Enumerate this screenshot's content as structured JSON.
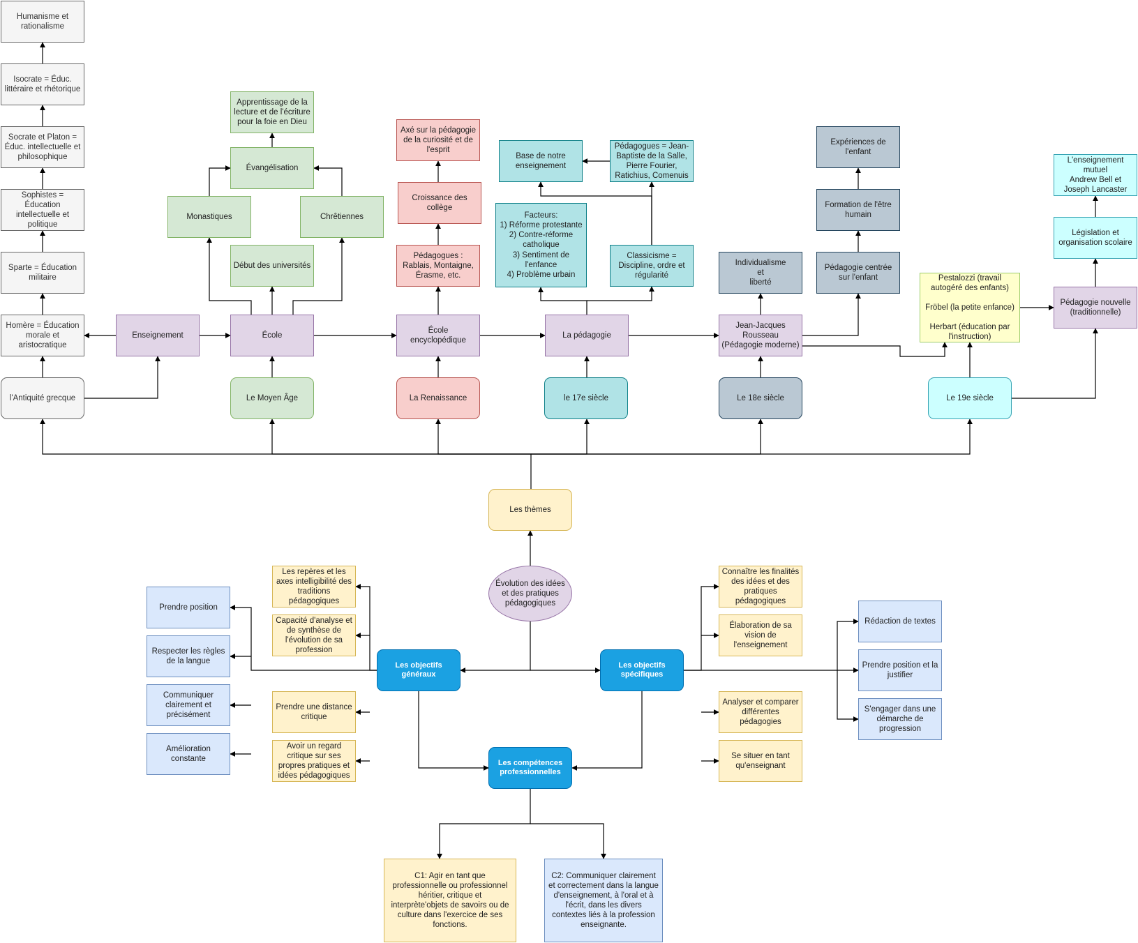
{
  "nodes": {
    "humanisme": "Humanisme et\nrationalisme",
    "isocrate": "Isocrate = Éduc.\nlittéraire et rhétorique",
    "socrate": "Socrate et Platon =\nÉduc. intellectuelle et\nphilosophique",
    "sophistes": "Sophistes =\nÉducation\nintellectuelle et\npolitique",
    "sparte": "Sparte = Éducation\nmilitaire",
    "homere": "Homère = Éducation\nmorale et\naristocratique",
    "antiquite": "l'Antiquité grecque",
    "enseignement": "Enseignement",
    "apprentissage": "Apprentissage de la\nlecture et de l'écriture\npour la foie en Dieu",
    "evangelisation": "Évangélisation",
    "monastiques": "Monastiques",
    "chretiennes": "Chrêtiennes",
    "universites": "Début des universités",
    "ecole": "École",
    "moyen_age": "Le Moyen Âge",
    "axe": "Axé sur la pédagogie\nde la curiosité et de\nl'esprit",
    "croissance": "Croissance des\ncollège",
    "pedagogues_ren": "Pédagogues :\nRablais, Montaigne,\nÉrasme, etc.",
    "ecole_encyclo": "École\nencyclopédique",
    "renaissance": "La Renaissance",
    "base": "Base de notre\nenseignement",
    "pedagogues_17": "Pédagogues = Jean-\nBaptiste de la Salle,\nPierre Fourier,\nRatichius, Comenuis",
    "facteurs": "Facteurs:\n1) Réforme protestante\n2) Contre-réforme\ncatholique\n3) Sentiment de\nl'enfance\n4) Problème urbain",
    "classicisme": "Classicisme =\nDiscipline, ordre et\nrégularité",
    "la_pedagogie": "La pédagogie",
    "siecle17": "le 17e siècle",
    "individualisme": "Individualisme\net\nliberté",
    "rousseau": "Jean-Jacques\nRousseau\n(Pédagogie moderne)",
    "siecle18": "Le 18e siècle",
    "experiences": "Expériences de\nl'enfant",
    "formation": "Formation de l'être\nhumain",
    "centree": "Pédagogie centrée\nsur l'enfant",
    "pestalozzi": "Pestalozzi (travail\nautogéré des enfants)\n\nFröbel (la petite enfance)\n\nHerbart (éducation par\nl'instruction)",
    "siecle19": "Le 19e siècle",
    "mutuel": "L'enseignement\nmutuel\nAndrew Bell et\nJoseph Lancaster",
    "legislation": "Législation et\norganisation scolaire",
    "nouvelle": "Pédagogie nouvelle\n(traditionnelle)",
    "themes": "Les thèmes",
    "evolution": "Évolution des idées\net des pratiques\npédagogiques",
    "obj_generaux": "Les objectifs\ngénéraux",
    "obj_specifiques": "Les objectifs\nspécifiques",
    "competences": "Les compétences\nprofessionnelles",
    "reperes": "Les repères et les\naxes intelligibilité des\ntraditions\npédagogiques",
    "capacite": "Capacité d'analyse et\nde synthèse de\nl'évolution de sa\nprofession",
    "distance": "Prendre une distance\ncritique",
    "regard": "Avoir un regard\ncritique sur ses\npropres pratiques et\nidées pédagogiques",
    "prendre_position": "Prendre position",
    "respecter": "Respecter les règles\nde la langue",
    "communiquer": "Communiquer\nclairement et\nprécisément",
    "amelioration": "Amélioration\nconstante",
    "connaitre": "Connaître les finalités\ndes idées et des\npratiques\npédagogiques",
    "elaboration": "Élaboration de sa\nvision de\nl'enseignement",
    "analyser": "Analyser et comparer\ndifférentes\npédagogies",
    "situer": "Se situer en tant\nqu'enseignant",
    "redaction": "Rédaction de textes",
    "justifier": "Prendre position et la\njustifier",
    "engager": "S'engager dans une\ndémarche de\nprogression",
    "c1": "C1: Agir en tant que\nprofessionnelle ou professionnel\nhéritier, critique et\ninterprète'objets de savoirs ou de\nculture dans l'exercice de ses\nfonctions.",
    "c2": "C2: Communiquer clairement\net correctement dans la langue\nd'enseignement, à l'oral et à\nl'écrit, dans les divers\ncontextes liés à la profession\nenseignante."
  },
  "colors": {
    "edge": "#000000",
    "antiquite": "#f5f5f5",
    "moyen_age": "#d5e8d4",
    "transversal": "#e1d5e7",
    "renaissance": "#f8cecc",
    "siecle17": "#b0e3e6",
    "siecle18": "#bac8d3",
    "siecle19": "#ccffff",
    "objectifs_items": "#fff2cc",
    "skills": "#dae8fc",
    "objectifs": "#1ba1e2"
  }
}
